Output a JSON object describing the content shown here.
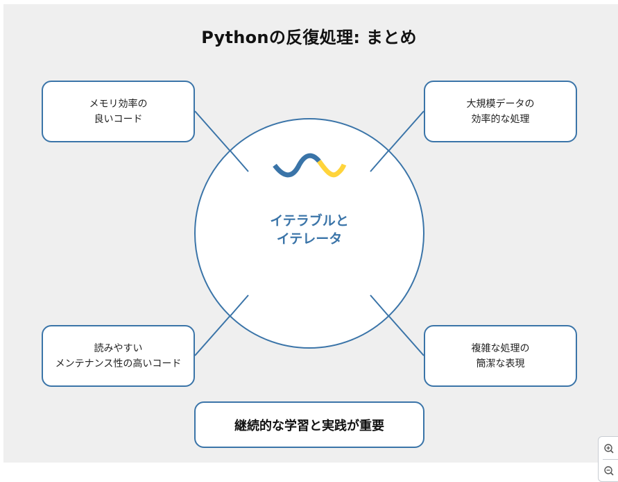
{
  "title": "Pythonの反復処理: まとめ",
  "center": {
    "icon": "wave-icon",
    "label_lines": [
      "イテラブルと",
      "イテレータ"
    ]
  },
  "boxes": {
    "top_left": {
      "lines": [
        "メモリ効率の",
        "良いコード"
      ]
    },
    "top_right": {
      "lines": [
        "大規模データの",
        "効率的な処理"
      ]
    },
    "bottom_left": {
      "lines": [
        "読みやすい",
        "メンテナンス性の高いコード"
      ]
    },
    "bottom_right": {
      "lines": [
        "複雑な処理の",
        "簡潔な表現"
      ]
    }
  },
  "summary": "継続的な学習と実践が重要",
  "zoom_controls": {
    "zoom_in_icon": "zoom-in-icon",
    "zoom_out_icon": "zoom-out-icon"
  },
  "colors": {
    "primary": "#3a74a8",
    "accent": "#ffd43b",
    "background": "#efefef",
    "box_fill": "#ffffff"
  }
}
